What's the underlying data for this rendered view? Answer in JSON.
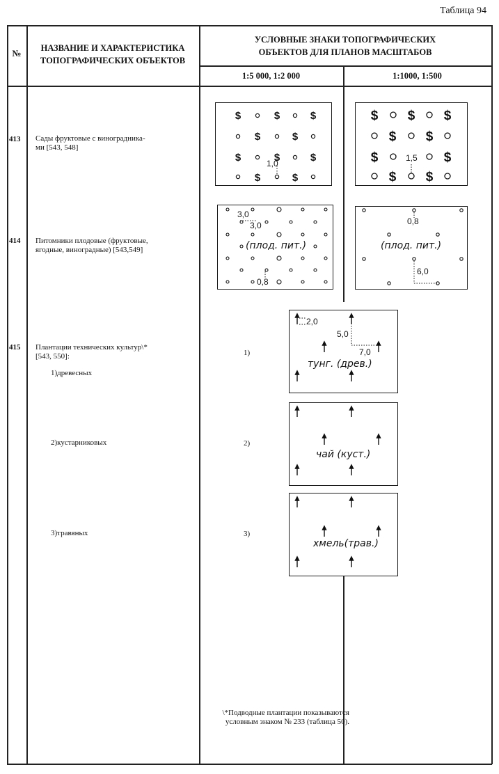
{
  "table_caption": "Таблица 94",
  "header": {
    "num": "№",
    "name_line1": "НАЗВАНИЕ И ХАРАКТЕРИСТИКА",
    "name_line2": "ТОПОГРАФИЧЕСКИХ ОБЪЕКТОВ",
    "signs_line1": "УСЛОВНЫЕ ЗНАКИ ТОПОГРАФИЧЕСКИХ",
    "signs_line2": "ОБЪЕКТОВ ДЛЯ ПЛАНОВ МАСШТАБОВ",
    "scale_a": "1:5 000, 1:2 000",
    "scale_b": "1:1000, 1:500"
  },
  "rows": [
    {
      "num": "413",
      "line1": "Сады фруктовые с виноградника-",
      "line2": "ми [543, 548]"
    },
    {
      "num": "414",
      "line1": "Питомники плодовые (фруктовые,",
      "line2": "ягодные, виноградные) [543,549]"
    },
    {
      "num": "415",
      "line1": "Плантации технических культур\\*",
      "line2": "[543, 550]:"
    }
  ],
  "subitems": [
    {
      "label": "1)древесных",
      "mark": "1)"
    },
    {
      "label": "2)кустарниковых",
      "mark": "2)"
    },
    {
      "label": "3)травяных",
      "mark": "3)"
    }
  ],
  "symbols": {
    "s413_dim_a": "1,0",
    "s413_dim_b": "1,5",
    "s414_dim_a1": "3,0",
    "s414_dim_a2": "3,0",
    "s414_dim_a3": "0,8",
    "s414_label": "(плод. пит.)",
    "s414_dim_b1": "0,8",
    "s414_dim_b2": "6,0",
    "s415_dim1": "2,0",
    "s415_dim2": "5,0",
    "s415_dim3": "7,0",
    "s415_label1": "тунг. (древ.)",
    "s415_label2": "чай (куст.)",
    "s415_label3": "хмель(трав.)"
  },
  "footnote_line1": "\\*Подводные плантации показываются",
  "footnote_line2": "условным знаком № 233 (таблица 50)."
}
